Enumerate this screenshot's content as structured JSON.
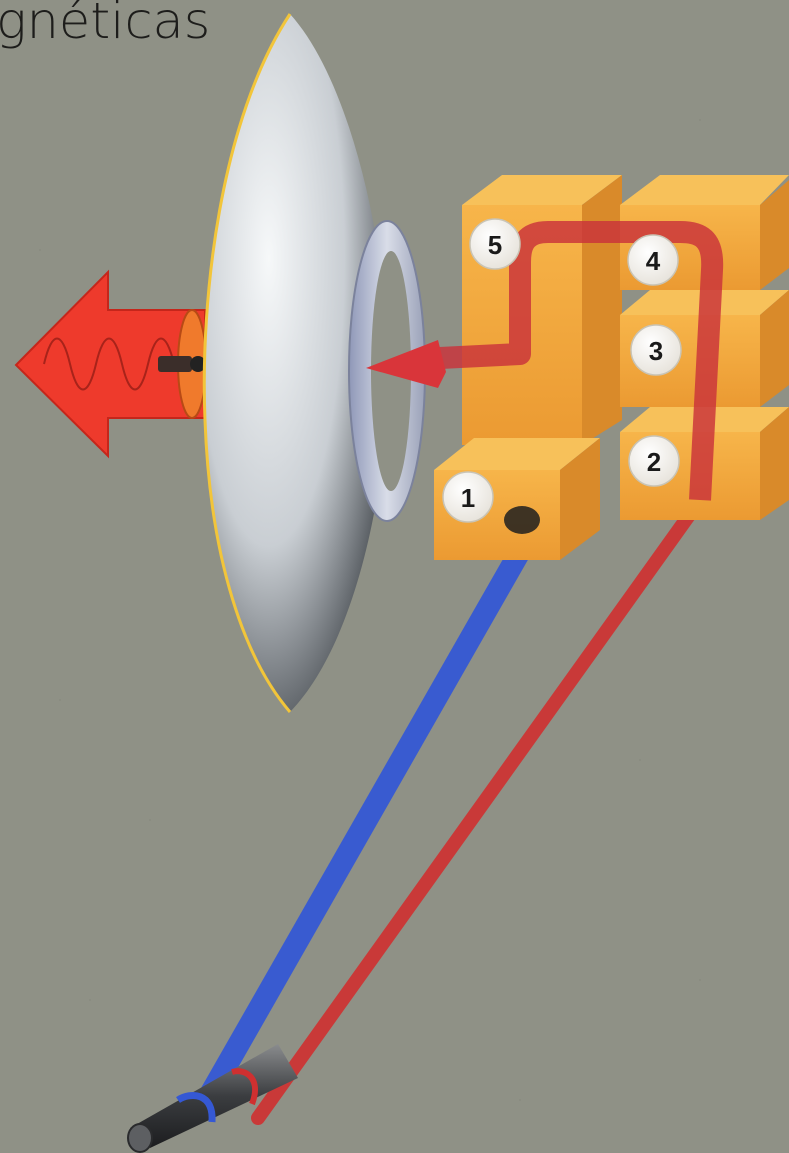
{
  "title": "gnéticas",
  "labels": {
    "one": "1",
    "two": "2",
    "three": "3",
    "four": "4",
    "five": "5"
  },
  "colors": {
    "background": "#8f9186",
    "block_orange": "#f0a63c",
    "beam_red": "#d63b3b",
    "beam_blue": "#3a5fd0",
    "arrow_red": "#ee3a2c",
    "dish": "#e9ecef"
  }
}
